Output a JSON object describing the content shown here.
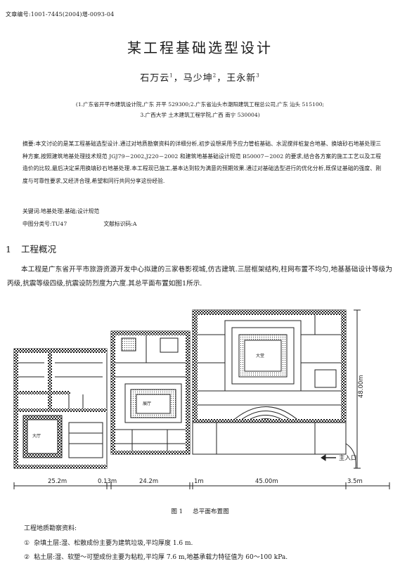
{
  "article_no": "文章编号:1001-7445(2004)增-0093-04",
  "title": "某工程基础选型设计",
  "authors": [
    {
      "name": "石万云",
      "sup": "1"
    },
    {
      "name": "马少坤",
      "sup": "2"
    },
    {
      "name": "王永新",
      "sup": "3"
    }
  ],
  "author_sep": "，",
  "affiliation_line1": "(1.广东省开平市建筑设计院,广东 开平 529300;2.广东省汕头市潮阳建筑工程总公司,广东 汕头 515100;",
  "affiliation_line2": "3.广西大学 土木建筑工程学院,广西 南宁 530004)",
  "abstract": "摘要:本文讨论的是某工程基础选型设计.通过对地质勘察资料的详细分析,初步设想采用予应力管桩基础、水泥搅拌桩复合地基、换填砂石地基处理三种方案,按照建筑地基处理技术规范 JGJ79－2002,J220－2002 和建筑地基基础设计规范 B50007－2002 的要求,结合各方案的施工工艺以及工程造价的比较,最后决定采用换填砂石地基处理.本工程现已施工,基本达到较为满意的预期效果.通过对基础选型进行的优化分析,既保证基础的强度、刚度与可靠性要求,又经济合理,希望和同行共同分享这份经验.",
  "keywords": "关键词:地基处理;基础;设计规范",
  "clc": "中图分类号:TU47",
  "doc_code": "文献标识码:A",
  "section": {
    "number": "1",
    "title": "工程概况"
  },
  "body_paragraph": "本工程是广东省开平市旅游资源开发中心拟建的三家巷影视城,仿古建筑.三层框架结构,柱网布置不均匀,地基基础设计等级为丙级,抗震等级四级,抗震设防烈度为六度.其总平面布置如图1所示.",
  "figure": {
    "dims": [
      "25.2m",
      "0.13m",
      "24.2m",
      "1m",
      "45.00m",
      "3.5m"
    ],
    "height_dim": "48.00m",
    "entrance_label": "主入口",
    "room_labels": [
      "大厅",
      "大堂",
      "展厅"
    ]
  },
  "caption": {
    "number": "图 1",
    "text": "总平面布置图"
  },
  "survey_title": "工程地质勘察资料:",
  "items": [
    {
      "mark": "①",
      "text": "杂填土层:湿、松散成份主要为建筑垃圾,平均厚度 1.6 m."
    },
    {
      "mark": "②",
      "text": "粘土层:湿、软塑～可塑成份主要为粘粒,平均厚 7.6 m,地基承载力特征值为 60～100 kPa."
    }
  ]
}
